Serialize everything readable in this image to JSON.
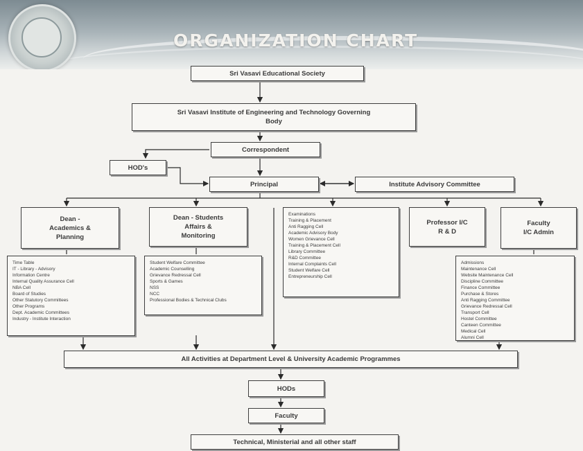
{
  "banner": {
    "title": "ORGANIZATION CHART"
  },
  "nodes": {
    "society": "Sri Vasavi Educational Society",
    "governing_body": "Sri Vasavi Institute of Engineering and Technology Governing Body",
    "correspondent": "Correspondent",
    "hods": "HOD's",
    "principal": "Principal",
    "advisory": "Institute Advisory Committee",
    "dean_academics": "Dean - Academics & Planning",
    "dean_students": "Dean - Students Affairs & Monitoring",
    "examinations": [
      "Examinations",
      "Training & Placement",
      "Anti Ragging Cell",
      "Academic Advisory Body",
      "Women Grievance Cell",
      "Training & Placement Cell",
      "Library Committee",
      "R&D Committee",
      "Internal Complaints Cell",
      "Student Welfare Cell",
      "Entrepreneurship Cell"
    ],
    "professor_rd": "Professor I/C R & D",
    "faculty_admin": "Faculty I/C Admin",
    "dean_academics_list": [
      "Time Table",
      "IT - Library - Advisory",
      "Information Centre",
      "Internal Quality Assurance Cell",
      "NBA Cell",
      "Board of Studies",
      "Other Statutory Committees",
      "Other Programs",
      "Dept. Academic Committees",
      "Industry - Institute Interaction"
    ],
    "dean_students_list": [
      "Student Welfare Committee",
      "Academic Counselling",
      "Grievance Redressal Cell",
      "Sports & Games",
      "NSS",
      "NCC",
      "Professional Bodies & Technical Clubs"
    ],
    "faculty_admin_list": [
      "Admissions",
      "Maintenance Cell",
      "Website Maintenance Cell",
      "Discipline Committee",
      "Finance Committee",
      "Purchase & Stores",
      "Anti Ragging Committee",
      "Grievance Redressal Cell",
      "Transport Cell",
      "Hostel Committee",
      "Canteen Committee",
      "Medical Cell",
      "Alumni Cell"
    ],
    "all_activities": "All Activities at Department Level  &  University Academic Programmes",
    "hods_bottom": "HODs",
    "faculty": "Faculty",
    "technical_staff": "Technical, Ministerial and all other staff"
  }
}
